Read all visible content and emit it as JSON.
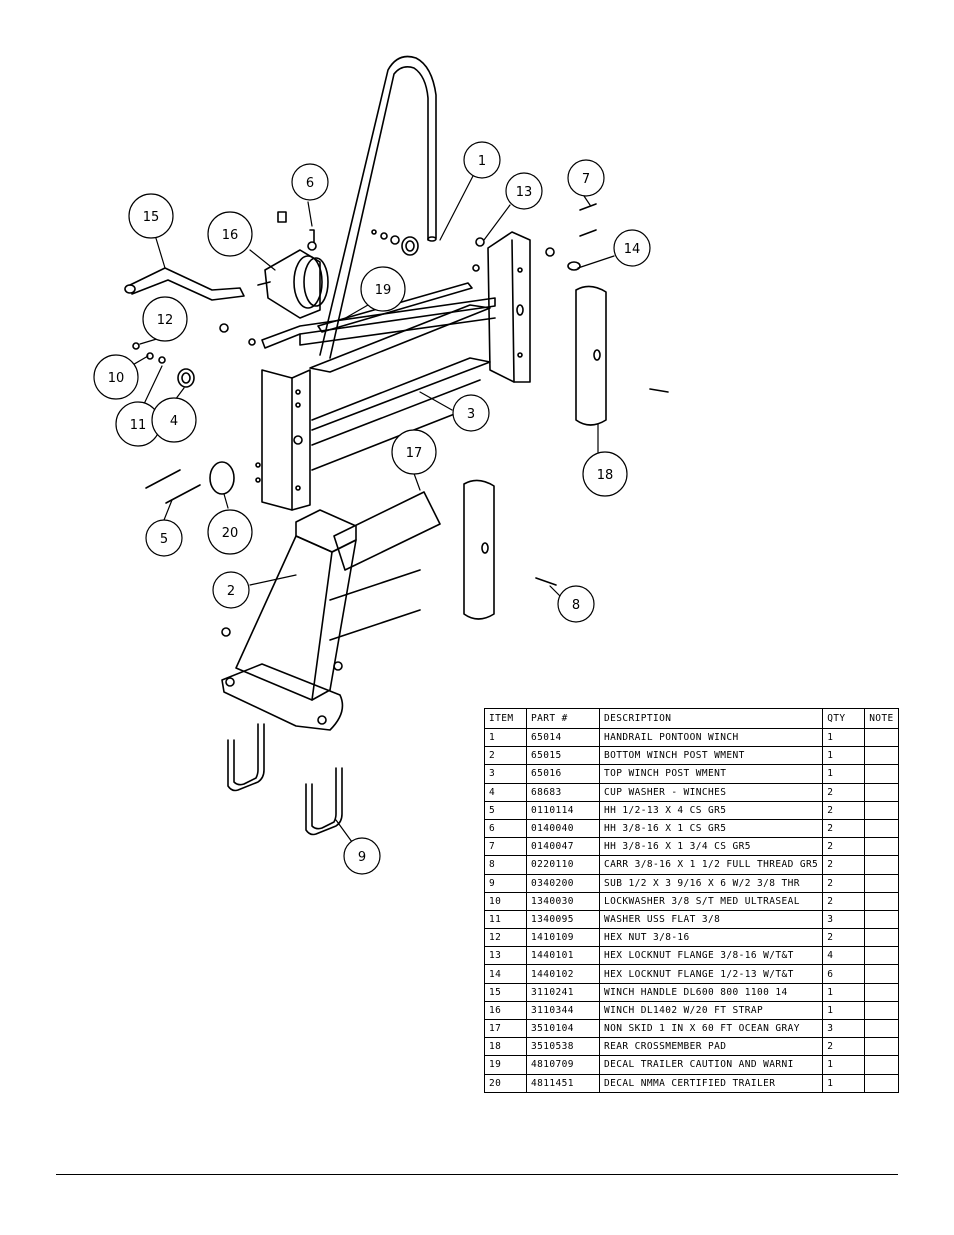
{
  "callouts": [
    "1",
    "2",
    "3",
    "4",
    "5",
    "6",
    "7",
    "8",
    "9",
    "10",
    "11",
    "12",
    "13",
    "14",
    "15",
    "16",
    "17",
    "18",
    "19",
    "20"
  ],
  "table": {
    "headers": {
      "item": "ITEM",
      "part": "PART #",
      "desc": "DESCRIPTION",
      "qty": "QTY",
      "note": "NOTE"
    },
    "rows": [
      {
        "item": "1",
        "part": "65014",
        "desc": "HANDRAIL PONTOON WINCH",
        "qty": "1",
        "note": ""
      },
      {
        "item": "2",
        "part": "65015",
        "desc": "BOTTOM WINCH POST WMENT",
        "qty": "1",
        "note": ""
      },
      {
        "item": "3",
        "part": "65016",
        "desc": "TOP WINCH POST WMENT",
        "qty": "1",
        "note": ""
      },
      {
        "item": "4",
        "part": "68683",
        "desc": "CUP WASHER - WINCHES",
        "qty": "2",
        "note": ""
      },
      {
        "item": "5",
        "part": "0110114",
        "desc": "HH 1/2-13 X 4 CS GR5",
        "qty": "2",
        "note": ""
      },
      {
        "item": "6",
        "part": "0140040",
        "desc": "HH 3/8-16 X 1 CS GR5",
        "qty": "2",
        "note": ""
      },
      {
        "item": "7",
        "part": "0140047",
        "desc": "HH 3/8-16 X 1 3/4 CS GR5",
        "qty": "2",
        "note": ""
      },
      {
        "item": "8",
        "part": "0220110",
        "desc": "CARR 3/8-16 X 1 1/2 FULL THREAD GR5",
        "qty": "2",
        "note": ""
      },
      {
        "item": "9",
        "part": "0340200",
        "desc": "SUB 1/2 X 3 9/16 X 6 W/2 3/8 THR",
        "qty": "2",
        "note": ""
      },
      {
        "item": "10",
        "part": "1340030",
        "desc": "LOCKWASHER 3/8 S/T MED ULTRASEAL",
        "qty": "2",
        "note": ""
      },
      {
        "item": "11",
        "part": "1340095",
        "desc": "WASHER USS FLAT 3/8",
        "qty": "3",
        "note": ""
      },
      {
        "item": "12",
        "part": "1410109",
        "desc": "HEX NUT 3/8-16",
        "qty": "2",
        "note": ""
      },
      {
        "item": "13",
        "part": "1440101",
        "desc": "HEX LOCKNUT FLANGE 3/8-16 W/T&T",
        "qty": "4",
        "note": ""
      },
      {
        "item": "14",
        "part": "1440102",
        "desc": "HEX LOCKNUT FLANGE 1/2-13 W/T&T",
        "qty": "6",
        "note": ""
      },
      {
        "item": "15",
        "part": "3110241",
        "desc": "WINCH HANDLE   DL600 800 1100 14",
        "qty": "1",
        "note": ""
      },
      {
        "item": "16",
        "part": "3110344",
        "desc": "WINCH DL1402 W/20 FT STRAP",
        "qty": "1",
        "note": ""
      },
      {
        "item": "17",
        "part": "3510104",
        "desc": "NON SKID 1 IN X 60 FT OCEAN GRAY",
        "qty": "3",
        "note": ""
      },
      {
        "item": "18",
        "part": "3510538",
        "desc": "REAR CROSSMEMBER PAD",
        "qty": "2",
        "note": ""
      },
      {
        "item": "19",
        "part": "4810709",
        "desc": "DECAL TRAILER CAUTION AND WARNI",
        "qty": "1",
        "note": ""
      },
      {
        "item": "20",
        "part": "4811451",
        "desc": " DECAL NMMA CERTIFIED TRAILER",
        "qty": "1",
        "note": ""
      }
    ]
  }
}
